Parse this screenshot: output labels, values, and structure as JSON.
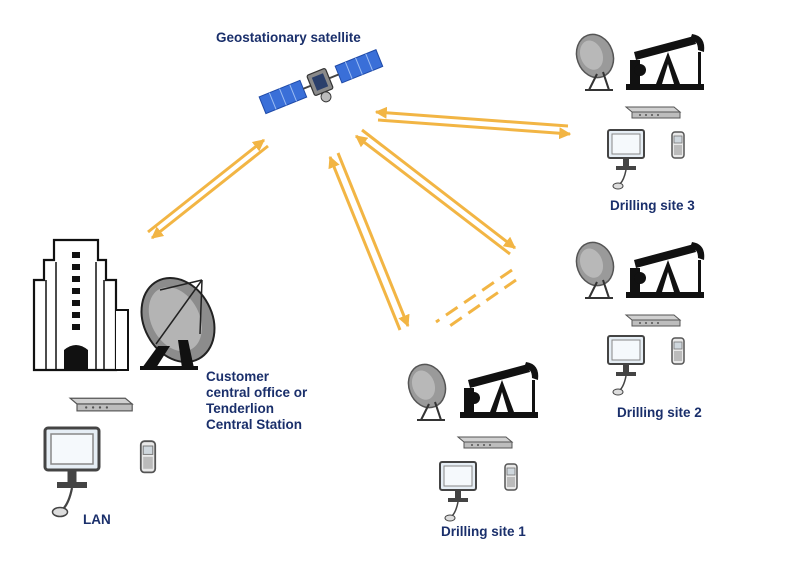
{
  "labels": {
    "satellite": "Geostationary satellite",
    "central_office": [
      "Customer",
      "central office or",
      "Tenderlion",
      "Central Station"
    ],
    "lan": "LAN",
    "site1": "Drilling site 1",
    "site2": "Drilling site 2",
    "site3": "Drilling site 3"
  },
  "colors": {
    "link": "#f2b544",
    "label": "#1a2f6b",
    "dish": "#8c8c8c",
    "pump": "#111111",
    "panel": "#3a6fd8"
  },
  "icons": [
    "satellite-icon",
    "office-building-icon",
    "large-dish-icon",
    "modem-icon",
    "monitor-icon",
    "phone-icon",
    "small-dish-icon",
    "pump-jack-icon"
  ]
}
